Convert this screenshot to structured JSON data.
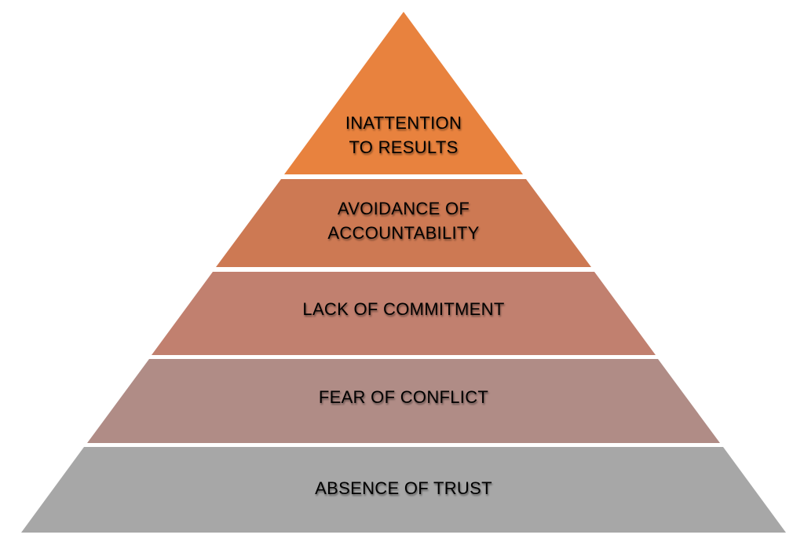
{
  "pyramid": {
    "background_color": "#FFFFFF",
    "divider_color": "#FFFFFF",
    "text_color": "#000000",
    "levels": [
      {
        "id": "inattention-to-results",
        "label": "INATTENTION TO RESULTS",
        "lines": [
          "INATTENTION",
          "TO RESULTS"
        ],
        "color": "#E8823E"
      },
      {
        "id": "avoidance-of-accountability",
        "label": "AVOIDANCE OF ACCOUNTABILITY",
        "lines": [
          "AVOIDANCE OF",
          "ACCOUNTABILITY"
        ],
        "color": "#CD7953"
      },
      {
        "id": "lack-of-commitment",
        "label": "LACK OF COMMITMENT",
        "lines": [
          "LACK OF COMMITMENT"
        ],
        "color": "#C1806F"
      },
      {
        "id": "fear-of-conflict",
        "label": "FEAR OF CONFLICT",
        "lines": [
          "FEAR OF CONFLICT"
        ],
        "color": "#B08C86"
      },
      {
        "id": "absence-of-trust",
        "label": "ABSENCE OF TRUST",
        "lines": [
          "ABSENCE OF TRUST"
        ],
        "color": "#A7A7A7"
      }
    ]
  }
}
